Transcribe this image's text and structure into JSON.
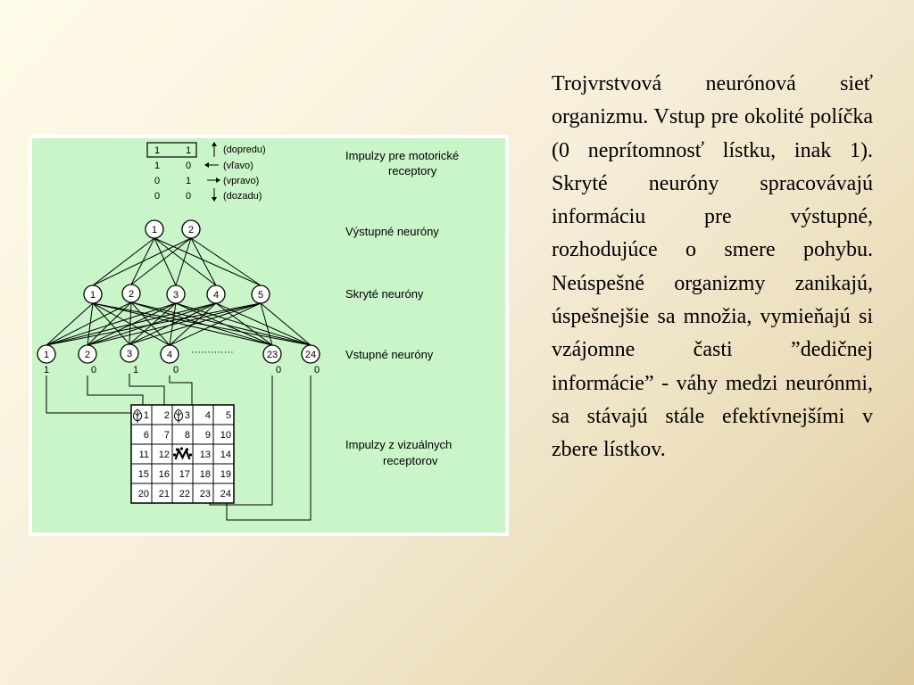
{
  "colors": {
    "figure_background": "#c9f5c8",
    "ink": "#000000",
    "page_text": "#000000"
  },
  "diagram": {
    "labels": {
      "motor": [
        "Impulzy pre motorické",
        "receptory"
      ],
      "output": "Výstupné neuróny",
      "hidden": "Skryté neuróny",
      "input": "Vstupné neuróny",
      "visual": [
        "Impulzy z vizuálnych",
        "receptorov"
      ]
    },
    "output_code": {
      "boxed": [
        "1",
        "1"
      ],
      "rows": [
        {
          "bits": [
            "1",
            "0"
          ],
          "arrow": "left-arrow-icon",
          "label": "(vľavo)"
        },
        {
          "bits": [
            "0",
            "1"
          ],
          "arrow": "right-arrow-icon",
          "label": "(vpravo)"
        },
        {
          "bits": [
            "0",
            "0"
          ],
          "arrow": "down-arrow-icon",
          "label": "(dozadu)"
        }
      ],
      "boxed_label": "(dopredu)",
      "boxed_arrow": "up-arrow-icon"
    },
    "output_neurons": [
      "1",
      "2"
    ],
    "hidden_neurons": [
      "1",
      "2",
      "3",
      "4",
      "5"
    ],
    "input_neurons": [
      {
        "id": "1",
        "value": "1"
      },
      {
        "id": "2",
        "value": "0"
      },
      {
        "id": "3",
        "value": "1"
      },
      {
        "id": "4",
        "value": "0"
      },
      {
        "id": "23",
        "value": "0"
      },
      {
        "id": "24",
        "value": "0"
      }
    ],
    "ellipsis": "·············",
    "grid": {
      "rows": [
        [
          "1",
          "2",
          "3",
          "4",
          "5"
        ],
        [
          "6",
          "7",
          "8",
          "9",
          "10"
        ],
        [
          "11",
          "12",
          "13",
          "14"
        ],
        [
          "15",
          "16",
          "17",
          "18",
          "19"
        ],
        [
          "20",
          "21",
          "22",
          "23",
          "24"
        ]
      ],
      "leaf_icons": [
        "leaf-icon",
        "leaf-icon"
      ],
      "organism_icon": "organism-icon"
    }
  },
  "text": {
    "paragraph": "Trojvrstvová neurónová sieť organizmu. Vstup pre okolité políčka (0 neprítomnosť lístku, inak 1). Skryté neuróny spracovávajú informáciu pre výstupné, rozhodujúce o smere pohybu. Neúspešné organizmy zanikajú, úspešnejšie sa množia, vymieňajú si vzájomne časti ”dedičnej informácie” - váhy medzi neurónmi, sa stávajú stále efektívnejšími v zbere lístkov."
  }
}
